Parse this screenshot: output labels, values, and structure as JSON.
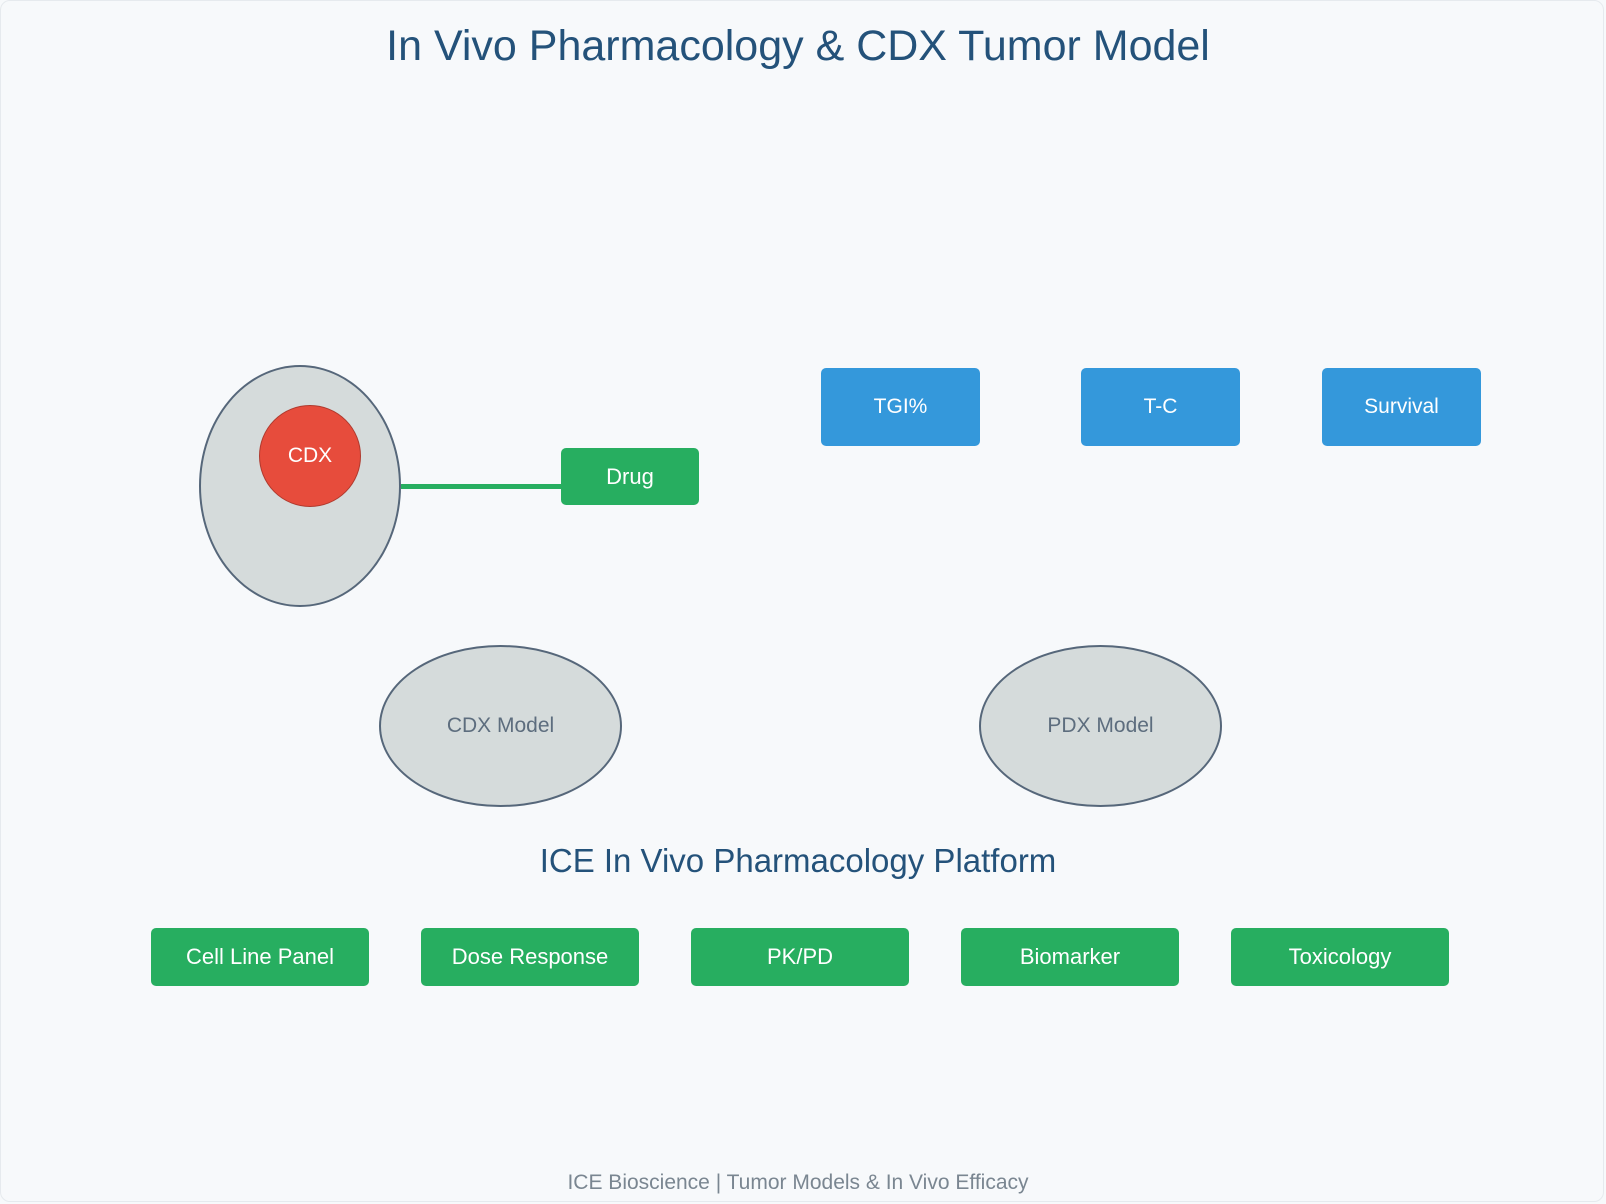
{
  "title": "In Vivo Pharmacology & CDX Tumor Model",
  "tumor": {
    "label": "CDX"
  },
  "drug": {
    "label": "Drug"
  },
  "metrics": [
    {
      "label": "TGI%"
    },
    {
      "label": "T-C"
    },
    {
      "label": "Survival"
    }
  ],
  "models": [
    {
      "label": "CDX Model"
    },
    {
      "label": "PDX Model"
    }
  ],
  "platform": {
    "title": "ICE In Vivo Pharmacology Platform",
    "services": [
      {
        "label": "Cell Line Panel"
      },
      {
        "label": "Dose Response"
      },
      {
        "label": "PK/PD"
      },
      {
        "label": "Biomarker"
      },
      {
        "label": "Toxicology"
      }
    ]
  },
  "footer": "ICE Bioscience | Tumor Models & In Vivo Efficacy",
  "colors": {
    "title": "#24527a",
    "green": "#27ae60",
    "blue": "#3498db",
    "tumor": "#e74c3c",
    "ellipse_fill": "#d5dbdb",
    "ellipse_stroke": "#56677a"
  }
}
